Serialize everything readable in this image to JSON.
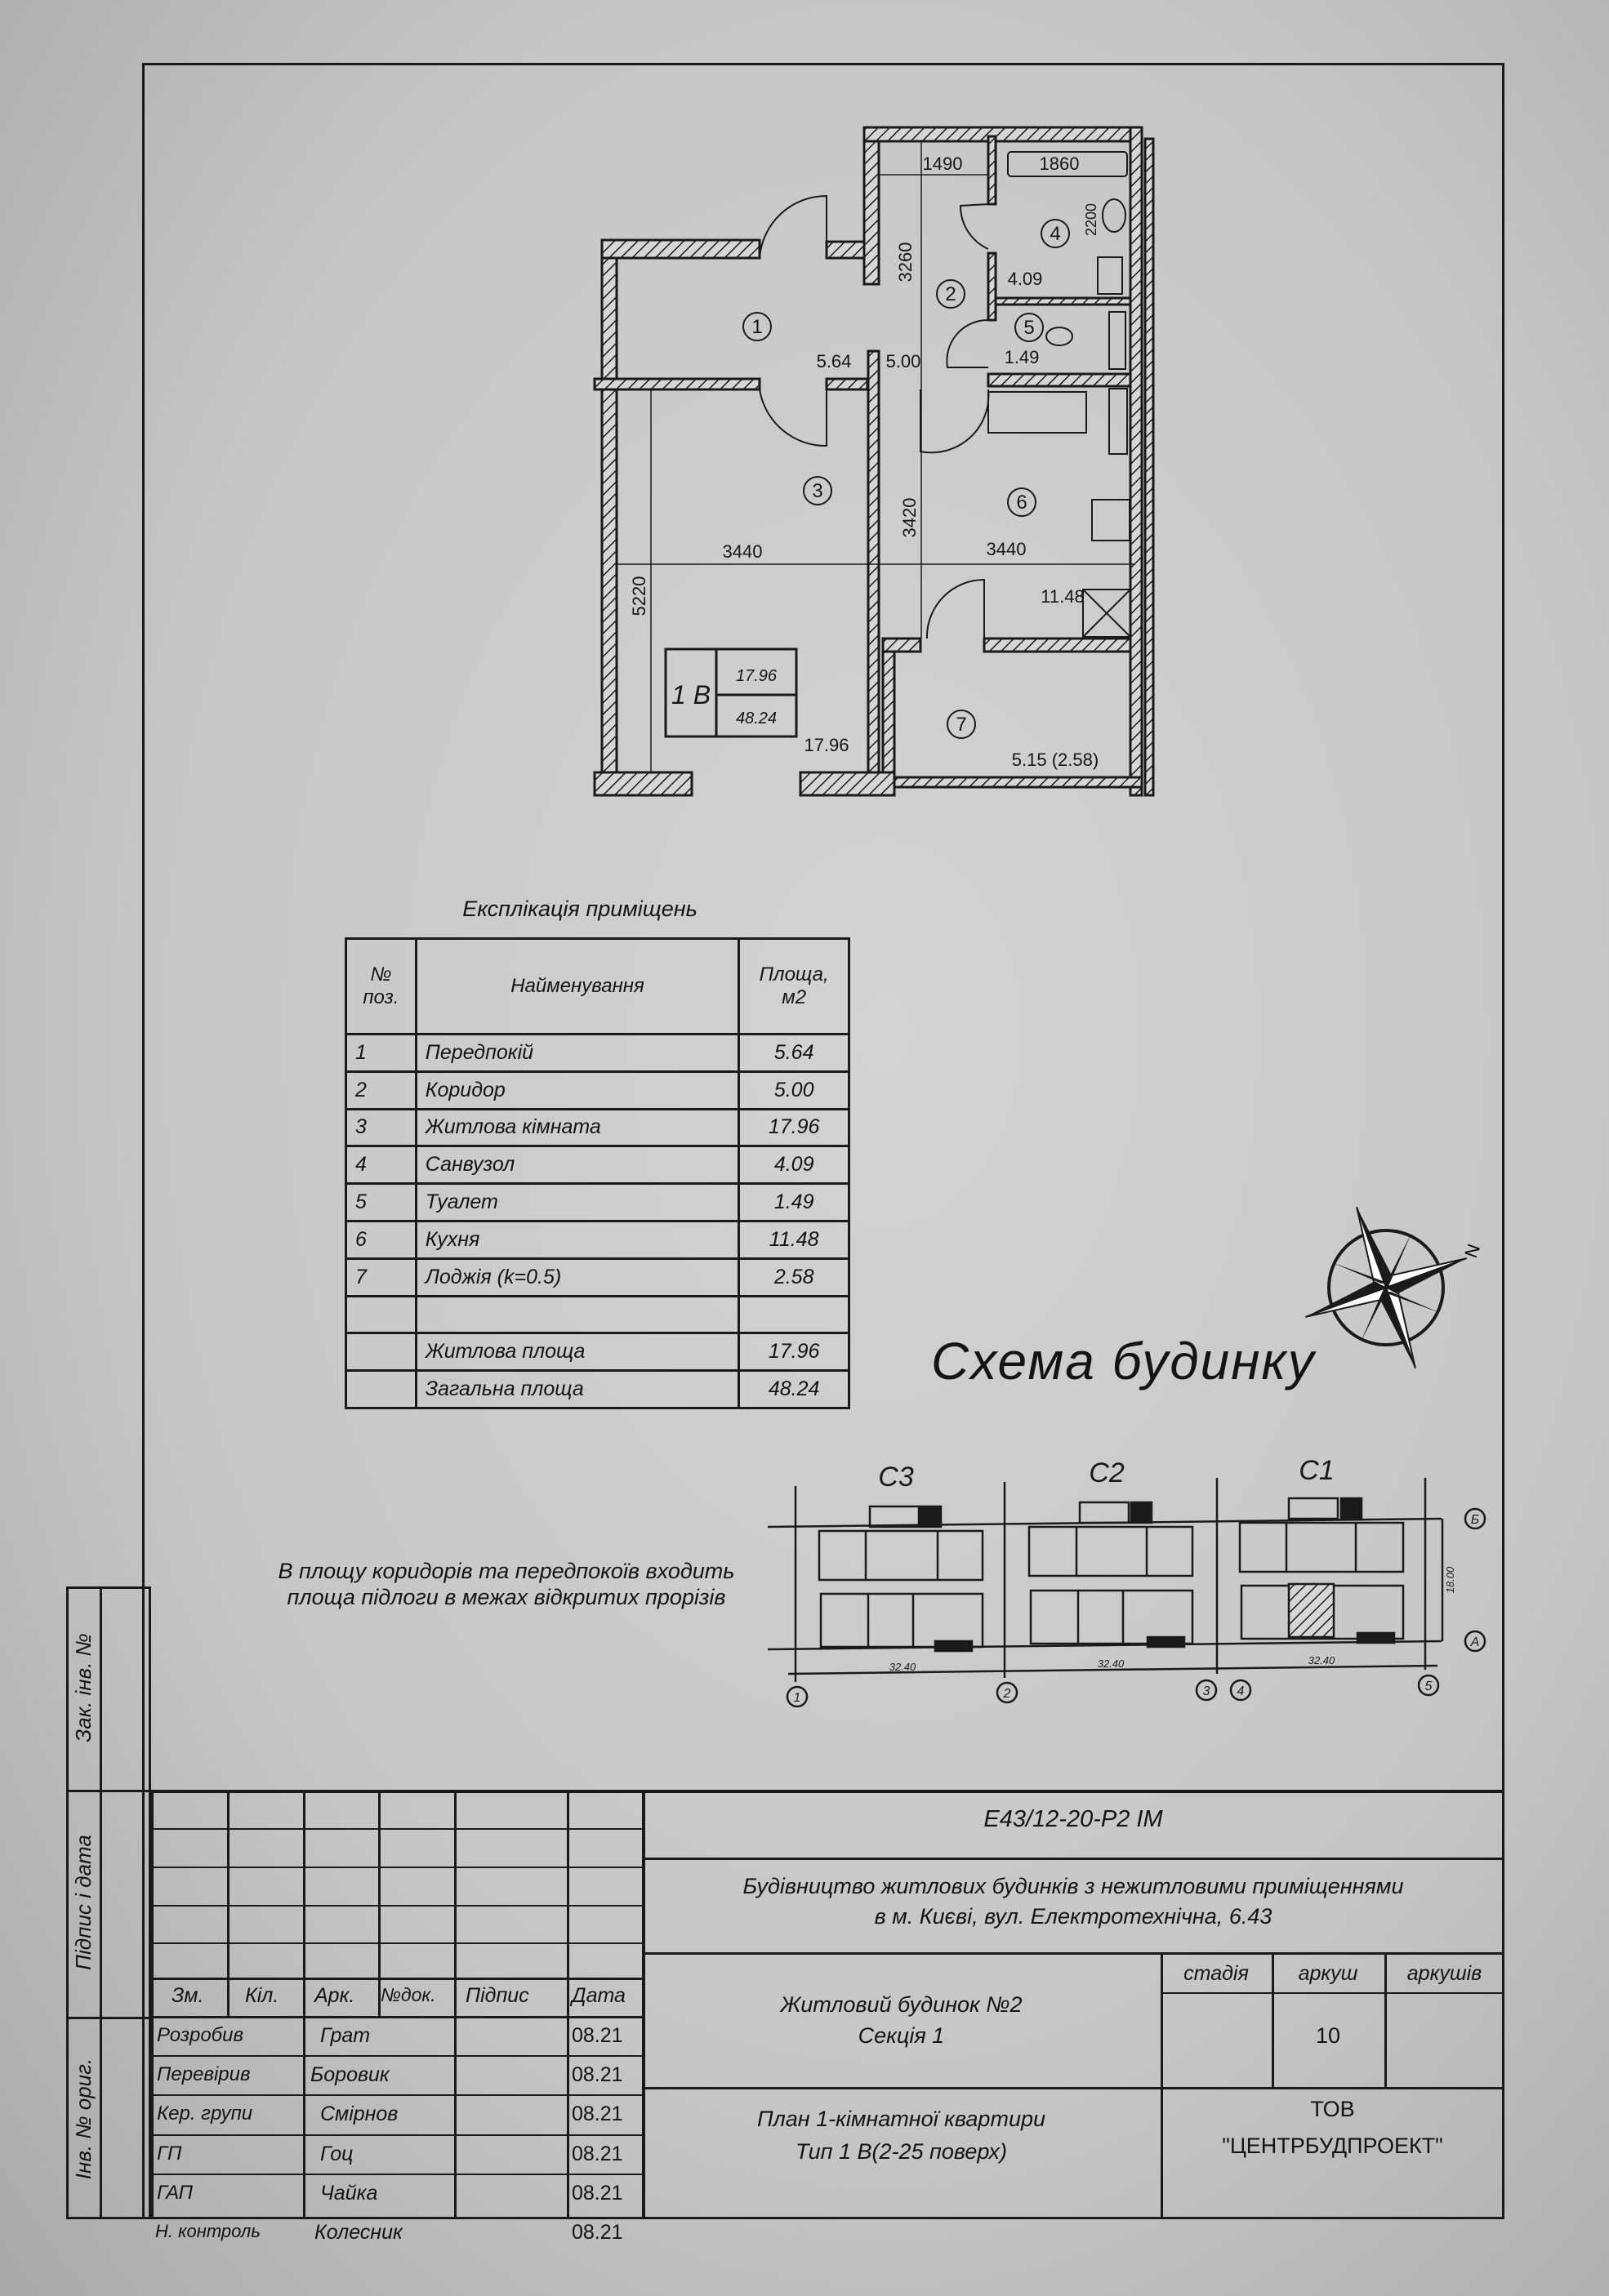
{
  "plan": {
    "dims": {
      "d1490": "1490",
      "d1860": "1860",
      "d3260": "3260",
      "d2200": "2200",
      "d3440a": "3440",
      "d3440b": "3440",
      "d3420": "3420",
      "d5220": "5220"
    },
    "rooms": [
      {
        "num": "1",
        "area": "5.64"
      },
      {
        "num": "2",
        "area": "5.00"
      },
      {
        "num": "3",
        "area": "17.96"
      },
      {
        "num": "4",
        "area": "4.09"
      },
      {
        "num": "5",
        "area": "1.49"
      },
      {
        "num": "6",
        "area": "11.48"
      },
      {
        "num": "7",
        "area": "5.15 (2.58)"
      }
    ],
    "stamp": {
      "type": "1 В",
      "living": "17.96",
      "total": "48.24"
    }
  },
  "explication": {
    "title": "Експлікація приміщень",
    "headers": {
      "num": "№ поз.",
      "name": "Найменування",
      "area": "Площа, м2"
    },
    "rows": [
      {
        "num": "1",
        "name": "Передпокій",
        "area": "5.64"
      },
      {
        "num": "2",
        "name": "Коридор",
        "area": "5.00"
      },
      {
        "num": "3",
        "name": "Житлова кімната",
        "area": "17.96"
      },
      {
        "num": "4",
        "name": "Санвузол",
        "area": "4.09"
      },
      {
        "num": "5",
        "name": "Туалет",
        "area": "1.49"
      },
      {
        "num": "6",
        "name": "Кухня",
        "area": "11.48"
      },
      {
        "num": "7",
        "name": "Лоджія (k=0.5)",
        "area": "2.58"
      }
    ],
    "living": {
      "name": "Житлова площа",
      "area": "17.96"
    },
    "total": {
      "name": "Загальна площа",
      "area": "48.24"
    }
  },
  "schema": {
    "title": "Схема будинку",
    "sections": [
      "С3",
      "С2",
      "С1"
    ],
    "axes": [
      "1",
      "2",
      "3",
      "4",
      "5",
      "Б",
      "А"
    ],
    "span": "32.40",
    "depth": "18.00"
  },
  "note": {
    "line1": "В площу коридорів та передпокоїв входить",
    "line2": "площа підлоги в межах відкритих прорізів"
  },
  "side": {
    "inv": "Інв. № ориг.",
    "sign": "Підпис і дата",
    "zak": "Зак. інв. №"
  },
  "titleblock": {
    "code": "Е43/12-20-Р2    ІМ",
    "project1": "Будівництво житлових будинків з нежитловими приміщеннями",
    "project2": "в м. Києві, вул. Електротехнічна, 6.43",
    "headers": [
      "Зм.",
      "Кіл.",
      "Арк.",
      "№док.",
      "Підпис",
      "Дата"
    ],
    "people": [
      {
        "role": "Розробив",
        "name": "Грат",
        "date": "08.21"
      },
      {
        "role": "Перевірив",
        "name": "Боровик",
        "date": "08.21"
      },
      {
        "role": "Кер. групи",
        "name": "Смірнов",
        "date": "08.21"
      },
      {
        "role": "ГП",
        "name": "Гоц",
        "date": "08.21"
      },
      {
        "role": "ГАП",
        "name": "Чайка",
        "date": "08.21"
      },
      {
        "role": "Н. контроль",
        "name": "Колесник",
        "date": "08.21"
      }
    ],
    "building1": "Житловий будинок №2",
    "building2": "Секція 1",
    "stage_label": "стадія",
    "sheet_label": "аркуш",
    "sheets_label": "аркушів",
    "sheet": "10",
    "plan1": "План 1-кімнатної квартири",
    "plan2": "Тип 1 В(2-25 поверх)",
    "company1": "ТОВ",
    "company2": "\"ЦЕНТРБУДПРОЕКТ\""
  }
}
